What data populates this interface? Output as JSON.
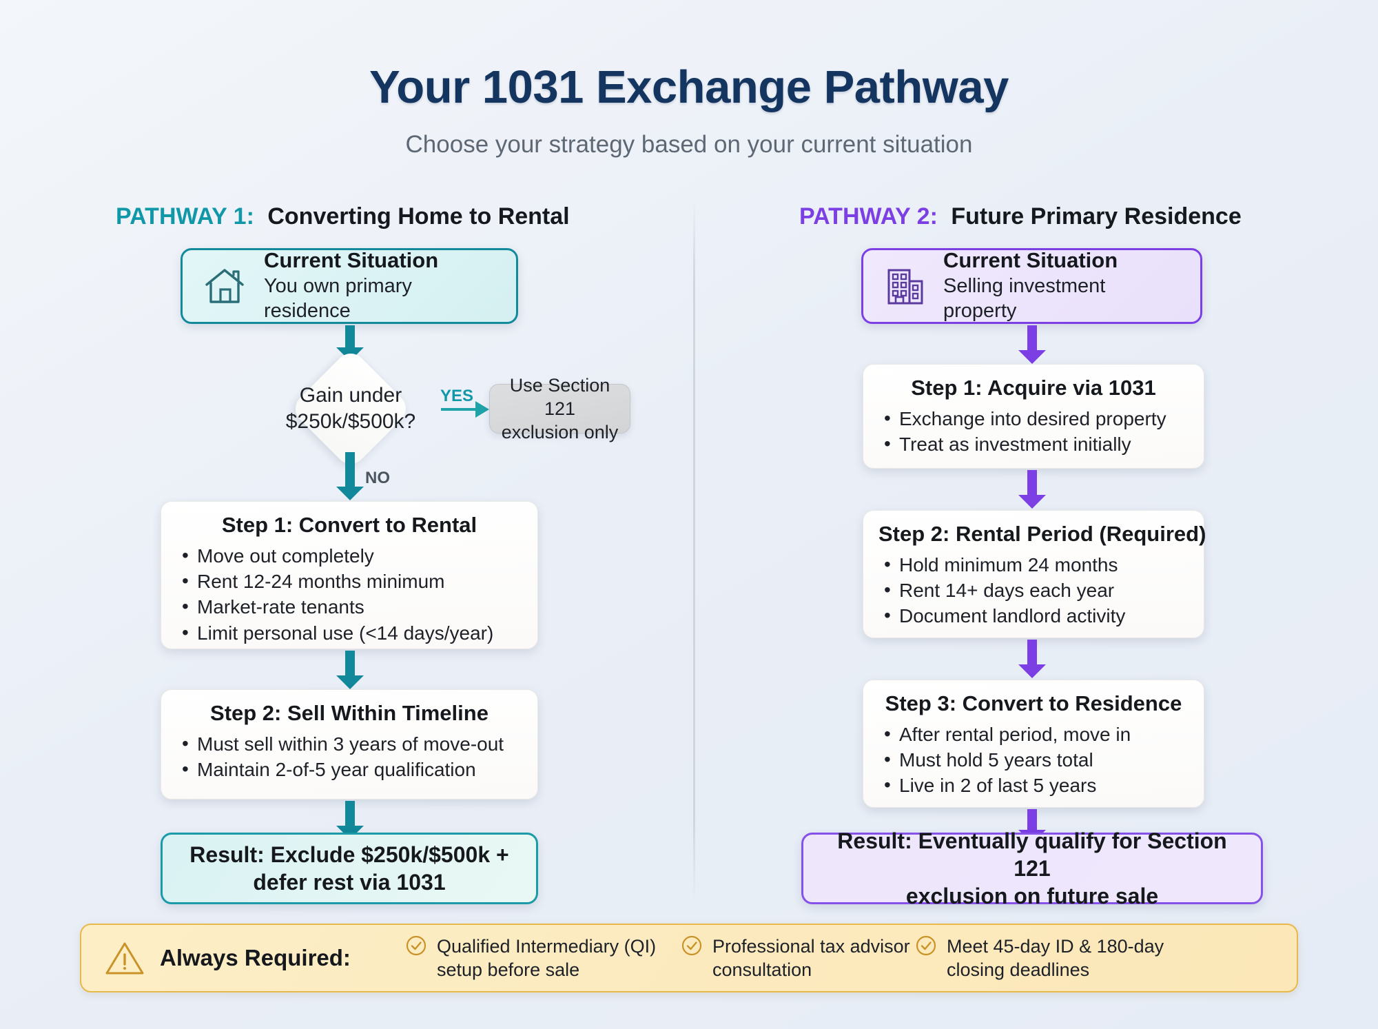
{
  "header": {
    "title": "Your 1031 Exchange Pathway",
    "subtitle": "Choose your strategy based on your current situation"
  },
  "colors": {
    "pathway1_accent": "#1198a8",
    "pathway2_accent": "#7b3fe4",
    "title": "#143560",
    "footer_bg": "#fdeec6",
    "footer_border": "#e8b84b",
    "background": "#eaeff7"
  },
  "pathway1": {
    "tag": "PATHWAY 1:",
    "name": "Converting Home to Rental",
    "situation": {
      "icon": "house-icon",
      "title": "Current Situation",
      "detail": "You own primary residence"
    },
    "decision": {
      "line1": "Gain under",
      "line2": "$250k/$500k?",
      "yes_label": "YES",
      "no_label": "NO"
    },
    "yes_outcome": {
      "line1": "Use Section 121",
      "line2": "exclusion only"
    },
    "steps": [
      {
        "heading": "Step 1: Convert to Rental",
        "bullets": [
          "Move out completely",
          "Rent 12-24 months minimum",
          "Market-rate tenants",
          "Limit personal use (<14 days/year)"
        ]
      },
      {
        "heading": "Step 2: Sell Within Timeline",
        "bullets": [
          "Must sell within 3 years of move-out",
          "Maintain 2-of-5 year qualification"
        ]
      }
    ],
    "result": {
      "line1": "Result: Exclude $250k/$500k +",
      "line2": "defer rest via 1031"
    }
  },
  "pathway2": {
    "tag": "PATHWAY 2:",
    "name": "Future Primary Residence",
    "situation": {
      "icon": "building-icon",
      "title": "Current Situation",
      "detail": "Selling investment property"
    },
    "steps": [
      {
        "heading": "Step 1: Acquire via 1031",
        "bullets": [
          "Exchange into desired property",
          "Treat as investment initially"
        ]
      },
      {
        "heading": "Step 2: Rental Period (Required)",
        "bullets": [
          "Hold minimum 24 months",
          "Rent 14+ days each year",
          "Document landlord activity"
        ]
      },
      {
        "heading": "Step 3: Convert to Residence",
        "bullets": [
          "After rental period, move in",
          "Must hold 5 years total",
          "Live in 2 of last 5 years"
        ]
      }
    ],
    "result": {
      "line1": "Result: Eventually qualify for Section 121",
      "line2": "exclusion on future sale"
    }
  },
  "footer": {
    "icon": "warning-triangle-icon",
    "lead": "Always Required:",
    "requirements": [
      {
        "icon": "check-circle-icon",
        "line1": "Qualified Intermediary (QI)",
        "line2": "setup before sale"
      },
      {
        "icon": "check-circle-icon",
        "line1": "Professional tax advisor",
        "line2": "consultation"
      },
      {
        "icon": "check-circle-icon",
        "line1": "Meet 45-day ID & 180-day",
        "line2": "closing deadlines"
      }
    ]
  }
}
